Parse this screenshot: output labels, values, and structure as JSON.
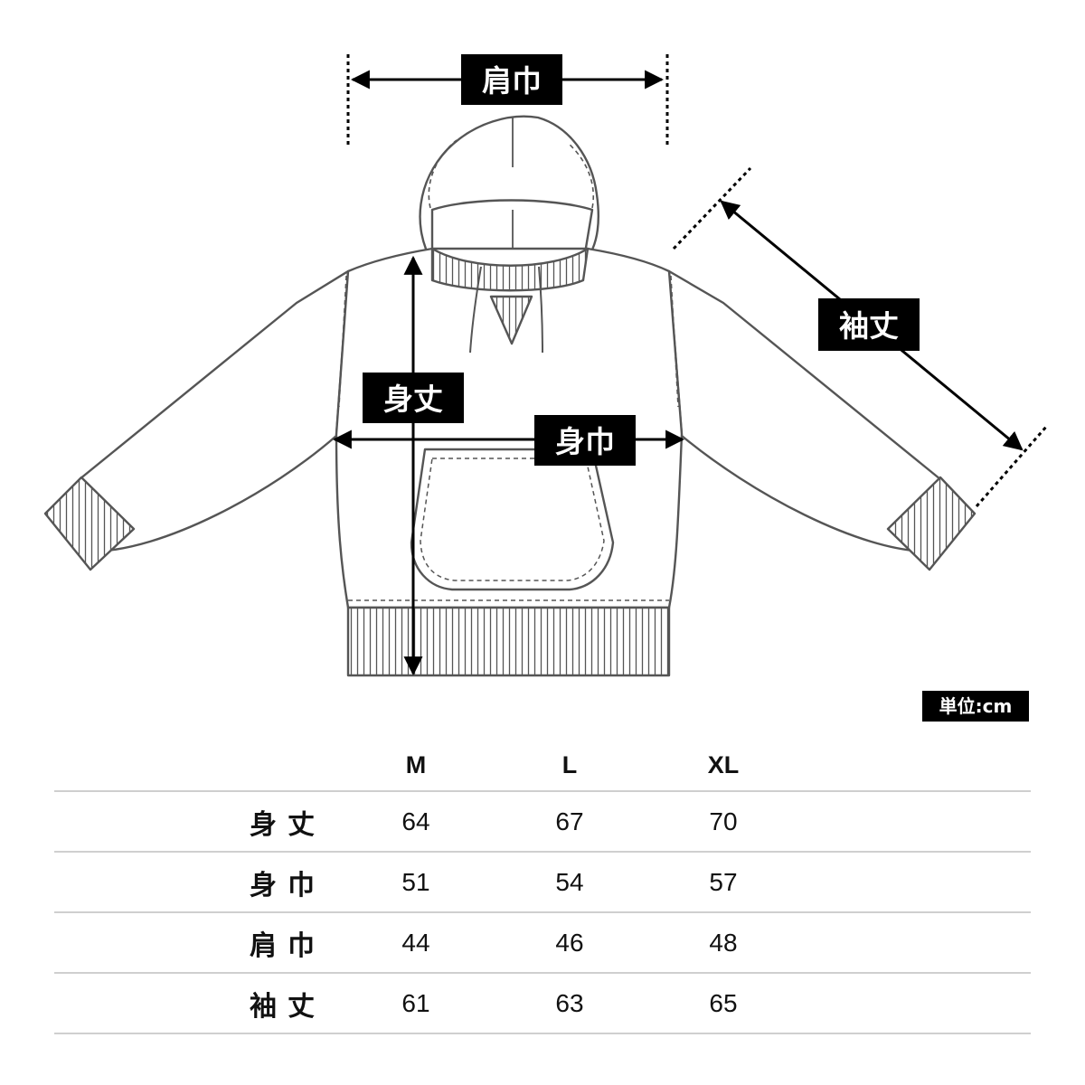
{
  "labels": {
    "shoulder": "肩巾",
    "sleeve": "袖丈",
    "length": "身丈",
    "chest": "身巾"
  },
  "unit": "単位:cm",
  "table": {
    "headers": [
      "",
      "M",
      "L",
      "XL"
    ],
    "rows": [
      {
        "label": "身丈",
        "values": [
          "64",
          "67",
          "70"
        ]
      },
      {
        "label": "身巾",
        "values": [
          "51",
          "54",
          "57"
        ]
      },
      {
        "label": "肩巾",
        "values": [
          "44",
          "46",
          "48"
        ]
      },
      {
        "label": "袖丈",
        "values": [
          "61",
          "63",
          "65"
        ]
      }
    ]
  }
}
